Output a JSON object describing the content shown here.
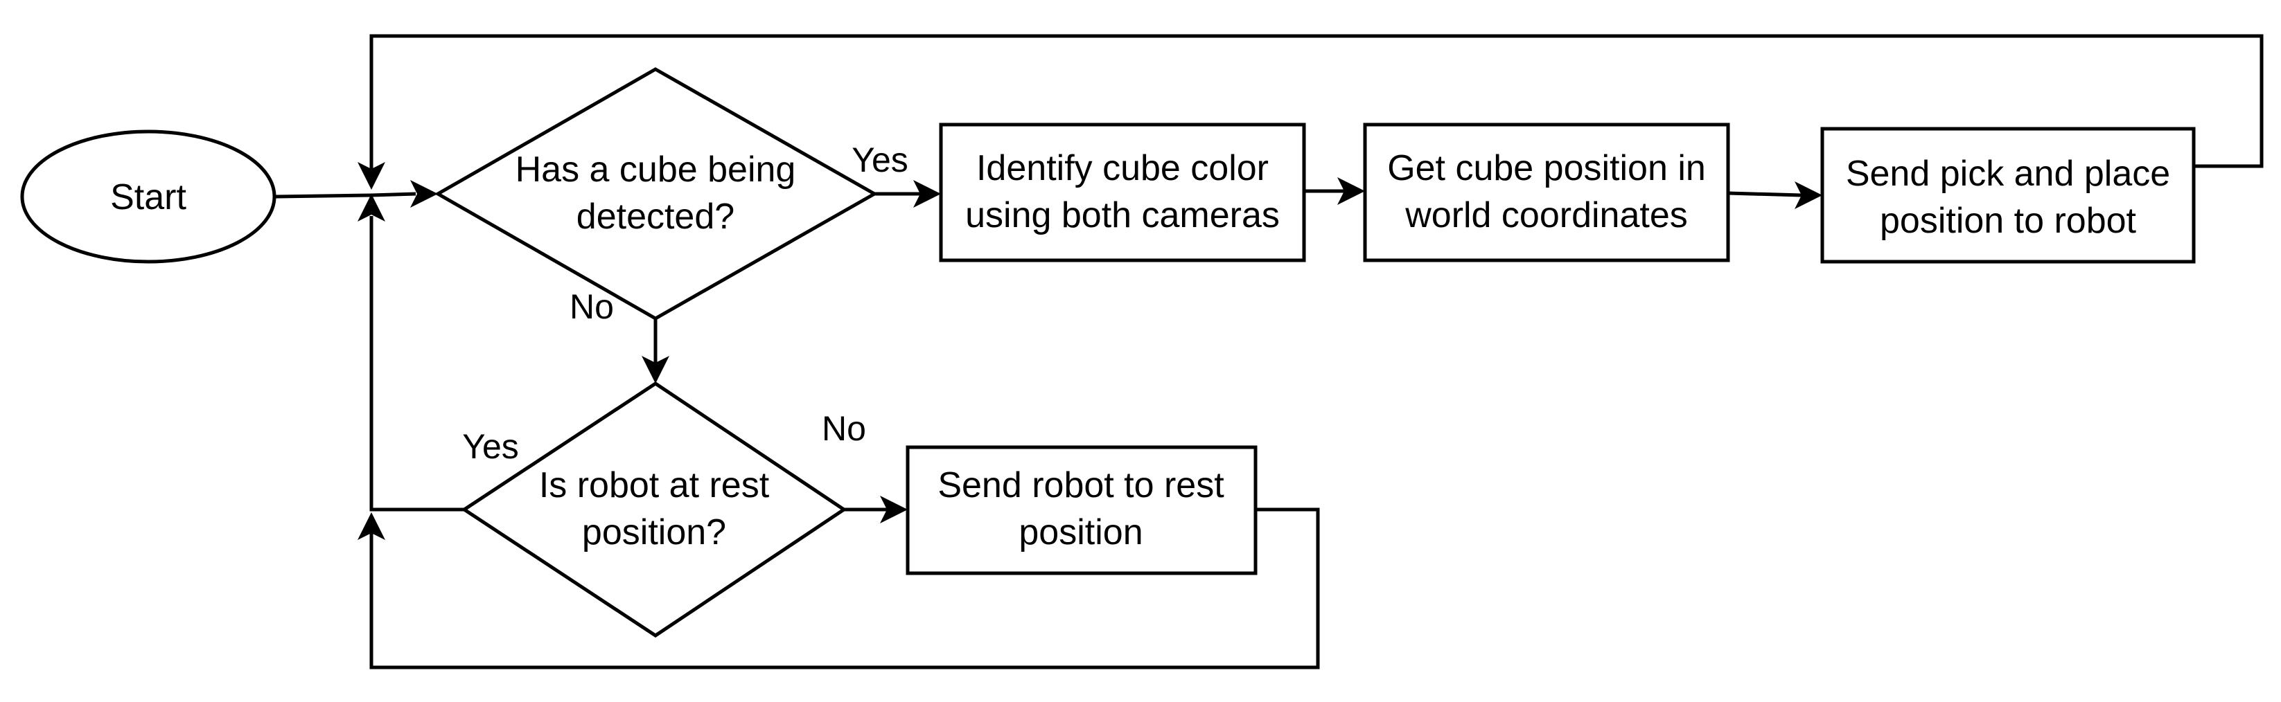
{
  "diagram": {
    "nodes": {
      "start": {
        "shape": "ellipse",
        "lines": [
          "Start"
        ]
      },
      "cube_detected": {
        "shape": "diamond",
        "lines": [
          "Has a cube being",
          "detected?"
        ]
      },
      "identify_color": {
        "shape": "rectangle",
        "lines": [
          "Identify cube color",
          "using both cameras"
        ]
      },
      "get_position": {
        "shape": "rectangle",
        "lines": [
          "Get cube position in",
          "world coordinates"
        ]
      },
      "send_pick_place": {
        "shape": "rectangle",
        "lines": [
          "Send pick and place",
          "position to robot"
        ]
      },
      "robot_at_rest": {
        "shape": "diamond",
        "lines": [
          "Is robot at rest",
          "position?"
        ]
      },
      "send_to_rest": {
        "shape": "rectangle",
        "lines": [
          "Send robot to rest",
          "position"
        ]
      }
    },
    "edge_labels": {
      "cube_detected_yes": "Yes",
      "cube_detected_no": "No",
      "robot_at_rest_yes": "Yes",
      "robot_at_rest_no": "No"
    },
    "colors": {
      "stroke": "#000000",
      "fill": "#ffffff",
      "text": "#000000"
    }
  }
}
